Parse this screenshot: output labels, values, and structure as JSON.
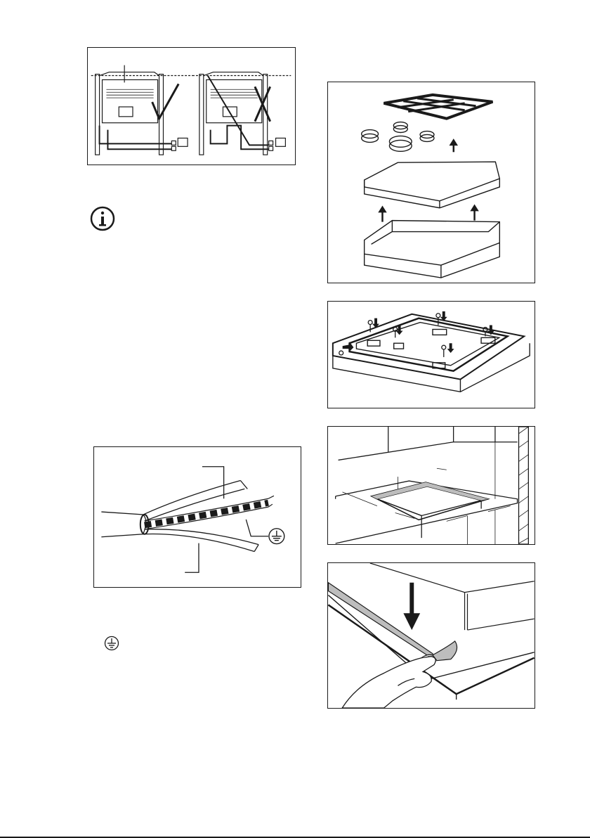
{
  "page": {
    "note_text": "",
    "earth_note_text": ""
  },
  "figures": {
    "oven_cable_routing": {
      "name": "oven-cable-routing-figure",
      "correct_mark": "check-icon",
      "wrong_mark": "cross-icon"
    },
    "hob_disassembly": {
      "name": "hob-disassembly-figure"
    },
    "hob_screws": {
      "name": "hob-fixing-screws-figure"
    },
    "cutout_dimensions": {
      "name": "cutout-dimensions-figure"
    },
    "seal_application": {
      "name": "seal-application-figure"
    },
    "cable_wires": {
      "name": "cable-wires-figure",
      "earth_symbol": "earth-ground-icon"
    }
  },
  "icons": {
    "info": "info-icon",
    "earth": "earth-ground-icon"
  },
  "colors": {
    "line": "#1a1a1a",
    "gray_strip": "#bdbdbd",
    "background": "#ffffff"
  }
}
